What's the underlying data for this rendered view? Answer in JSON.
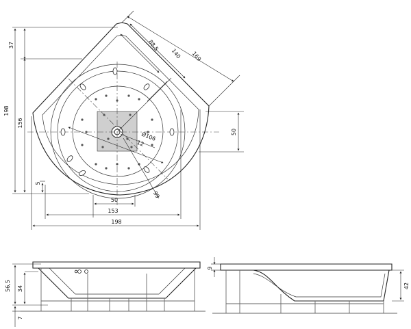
{
  "labels": {
    "d37": "37",
    "d198_left": "198",
    "d156": "156",
    "d5": "5",
    "d50_bottom": "50",
    "d153": "153",
    "d198_bottom": "198",
    "d88_5": "88,5",
    "d140": "140",
    "d169": "169",
    "d50_right": "50",
    "d106": "Ø106",
    "d12": "12",
    "d99": "99",
    "d56_5": "56,5",
    "d34": "34",
    "d7": "7",
    "d9": "9",
    "d42": "42"
  },
  "colors": {
    "line": "#222222",
    "square_fill": "#cfcfcf",
    "background": "#ffffff"
  }
}
